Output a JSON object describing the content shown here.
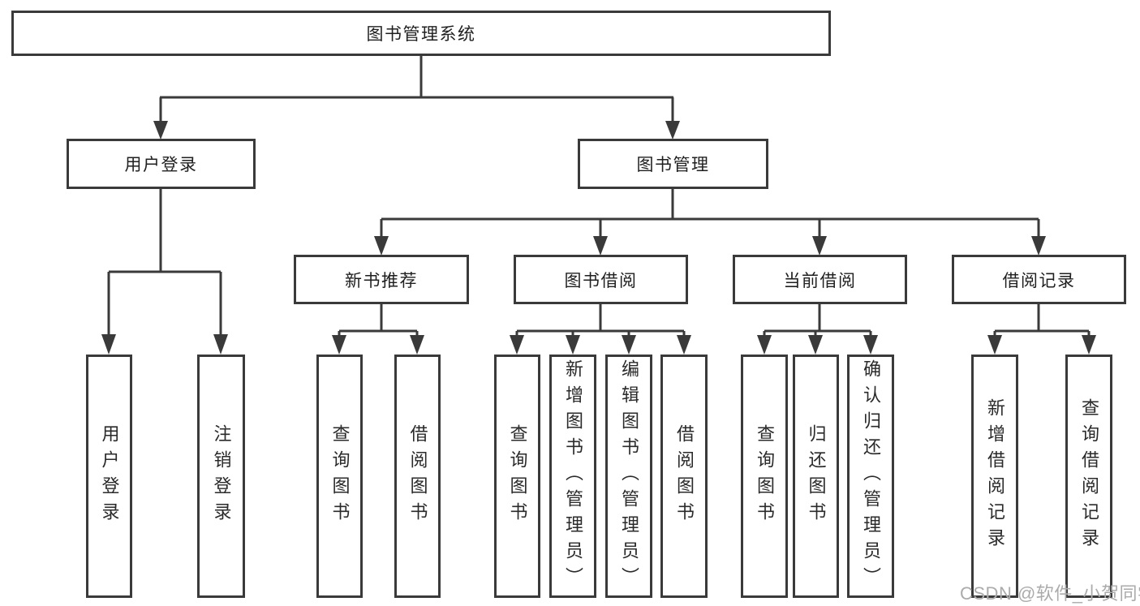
{
  "diagram_type": "hierarchy-tree",
  "colors": {
    "background": "#ffffff",
    "line": "#3a3a3a",
    "box_border": "#3a3a3a",
    "text": "#1f1f1f",
    "watermark": "#ababab"
  },
  "tree": {
    "root": {
      "label": "图书管理系统"
    },
    "children": [
      {
        "label": "用户登录",
        "children": [
          {
            "label": "用户登录"
          },
          {
            "label": "注销登录"
          }
        ]
      },
      {
        "label": "图书管理",
        "children": [
          {
            "label": "新书推荐",
            "children": [
              {
                "label": "查询图书"
              },
              {
                "label": "借阅图书"
              }
            ]
          },
          {
            "label": "图书借阅",
            "children": [
              {
                "label": "查询图书"
              },
              {
                "label": "新增图书（管理员）"
              },
              {
                "label": "编辑图书（管理员）"
              },
              {
                "label": "借阅图书"
              }
            ]
          },
          {
            "label": "当前借阅",
            "children": [
              {
                "label": "查询图书"
              },
              {
                "label": "归还图书"
              },
              {
                "label": "确认归还（管理员）"
              }
            ]
          },
          {
            "label": "借阅记录",
            "children": [
              {
                "label": "新增借阅记录"
              },
              {
                "label": "查询借阅记录"
              }
            ]
          }
        ]
      }
    ]
  },
  "watermark": {
    "text": "CSDN @软件_小贺同学"
  }
}
